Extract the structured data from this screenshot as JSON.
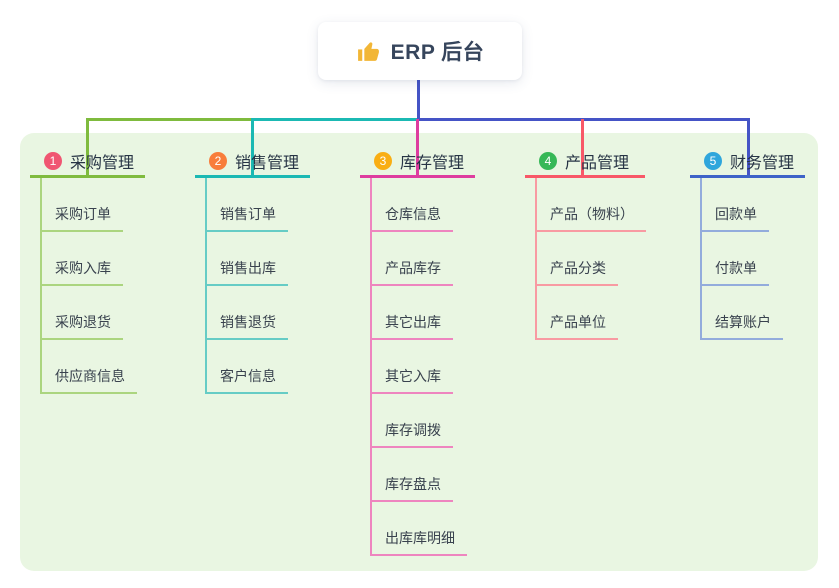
{
  "root": {
    "title": "ERP 后台",
    "icon": "thumbs-up-icon"
  },
  "branches": [
    {
      "index": "1",
      "title": "采购管理",
      "badge_color": "#f05672",
      "line_color": "#7fbb3e",
      "child_line_color": "#abd57f",
      "children": [
        {
          "label": "采购订单"
        },
        {
          "label": "采购入库"
        },
        {
          "label": "采购退货"
        },
        {
          "label": "供应商信息"
        }
      ]
    },
    {
      "index": "2",
      "title": "销售管理",
      "badge_color": "#f87d3b",
      "line_color": "#1bb9b3",
      "child_line_color": "#66ccc5",
      "children": [
        {
          "label": "销售订单"
        },
        {
          "label": "销售出库"
        },
        {
          "label": "销售退货"
        },
        {
          "label": "客户信息"
        }
      ]
    },
    {
      "index": "3",
      "title": "库存管理",
      "badge_color": "#f9ae13",
      "line_color": "#de3d9f",
      "child_line_color": "#ee85bf",
      "children": [
        {
          "label": "仓库信息"
        },
        {
          "label": "产品库存"
        },
        {
          "label": "其它出库"
        },
        {
          "label": "其它入库"
        },
        {
          "label": "库存调拨"
        },
        {
          "label": "库存盘点"
        },
        {
          "label": "出库库明细"
        }
      ]
    },
    {
      "index": "4",
      "title": "产品管理",
      "badge_color": "#36b857",
      "line_color": "#f85868",
      "child_line_color": "#f89aa2",
      "children": [
        {
          "label": "产品（物料）"
        },
        {
          "label": "产品分类"
        },
        {
          "label": "产品单位"
        }
      ]
    },
    {
      "index": "5",
      "title": "财务管理",
      "badge_color": "#2fa6dc",
      "line_color": "#3e63c8",
      "child_line_color": "#93acdc",
      "children": [
        {
          "label": "回款单"
        },
        {
          "label": "付款单"
        },
        {
          "label": "结算账户"
        }
      ]
    }
  ],
  "colors": {
    "canvas_background": "#e9f6e2",
    "trunk_line": "#4554c6",
    "root_text": "#36455c",
    "thumb_icon": "#f2b636"
  }
}
